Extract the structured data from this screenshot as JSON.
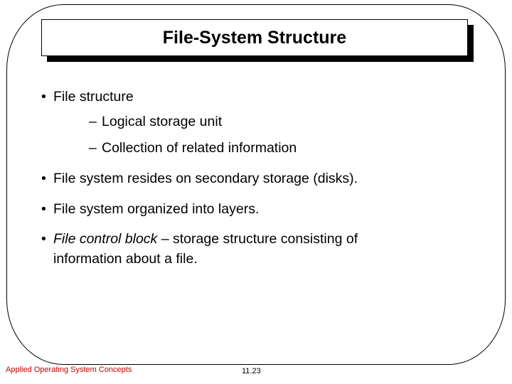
{
  "title": "File-System Structure",
  "markers": {
    "level1": "•",
    "level2": "–"
  },
  "bullets": [
    {
      "level": 1,
      "text": "File structure"
    },
    {
      "level": 2,
      "text": "Logical storage unit"
    },
    {
      "level": 2,
      "text": "Collection of related information"
    },
    {
      "level": 1,
      "text": "File system resides on secondary storage (disks)."
    },
    {
      "level": 1,
      "text": "File system organized into layers."
    },
    {
      "level": 1,
      "lead_italic": "File control block",
      "text": " – storage structure consisting of information about a file."
    }
  ],
  "footer": {
    "course": "Applied Operating System Concepts",
    "page": "11.23"
  },
  "colors": {
    "footer_course": "#c00000",
    "text": "#000000",
    "border": "#000000",
    "title_shadow": "#000000",
    "background": "#ffffff"
  }
}
